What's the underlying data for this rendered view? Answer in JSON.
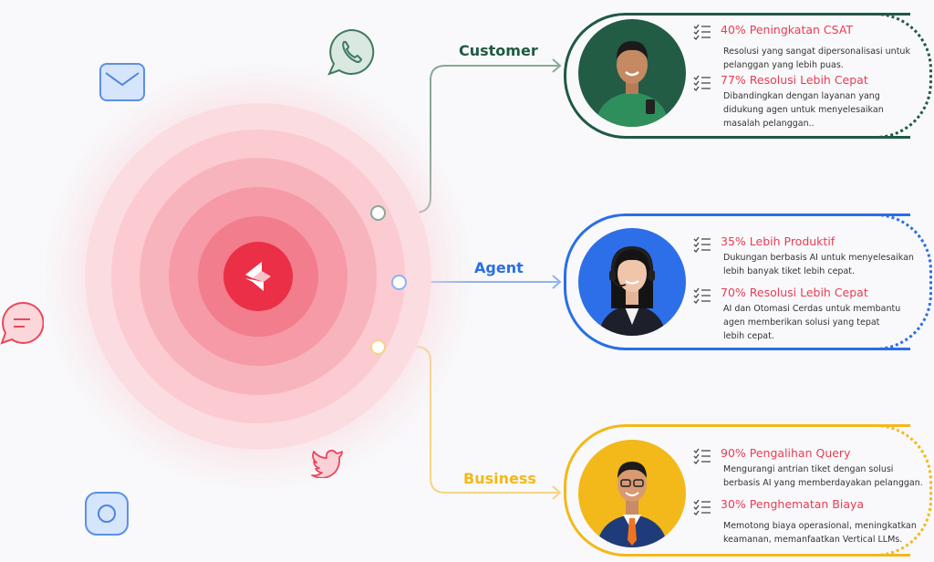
{
  "colors": {
    "customer": "#1f5a43",
    "agent": "#2a6ee6",
    "business": "#f3b81a",
    "accent": "#ea3c52",
    "customer_line": "#8aa897",
    "agent_line": "#8eb3ef",
    "business_line": "#f4d487"
  },
  "icons": [
    "mail-icon",
    "whatsapp-icon",
    "chat-bubble-icon",
    "twitter-icon",
    "instagram-icon",
    "brand-logo-icon",
    "checklist-icon"
  ],
  "branches": {
    "customer": {
      "label": "Customer",
      "stats": [
        {
          "title": "40% Peningkatan CSAT",
          "desc": "Resolusi yang sangat dipersonalisasi untuk pelanggan yang lebih puas."
        },
        {
          "title": "77% Resolusi Lebih Cepat",
          "desc": "Dibandingkan dengan layanan yang didukung agen untuk menyelesaikan masalah pelanggan.."
        }
      ]
    },
    "agent": {
      "label": "Agent",
      "stats": [
        {
          "title": "35% Lebih Produktif",
          "desc": "Dukungan berbasis AI untuk menyelesaikan lebih banyak tiket lebih cepat."
        },
        {
          "title": "70% Resolusi Lebih Cepat",
          "desc": "AI dan Otomasi Cerdas untuk membantu agen memberikan solusi yang tepat lebih cepat."
        }
      ]
    },
    "business": {
      "label": "Business",
      "stats": [
        {
          "title": "90% Pengalihan Query",
          "desc": "Mengurangi antrian tiket dengan solusi berbasis AI yang memberdayakan pelanggan."
        },
        {
          "title": "30% Penghematan Biaya",
          "desc": "Memotong biaya operasional, meningkatkan keamanan, memanfaatkan Vertical LLMs."
        }
      ]
    }
  }
}
